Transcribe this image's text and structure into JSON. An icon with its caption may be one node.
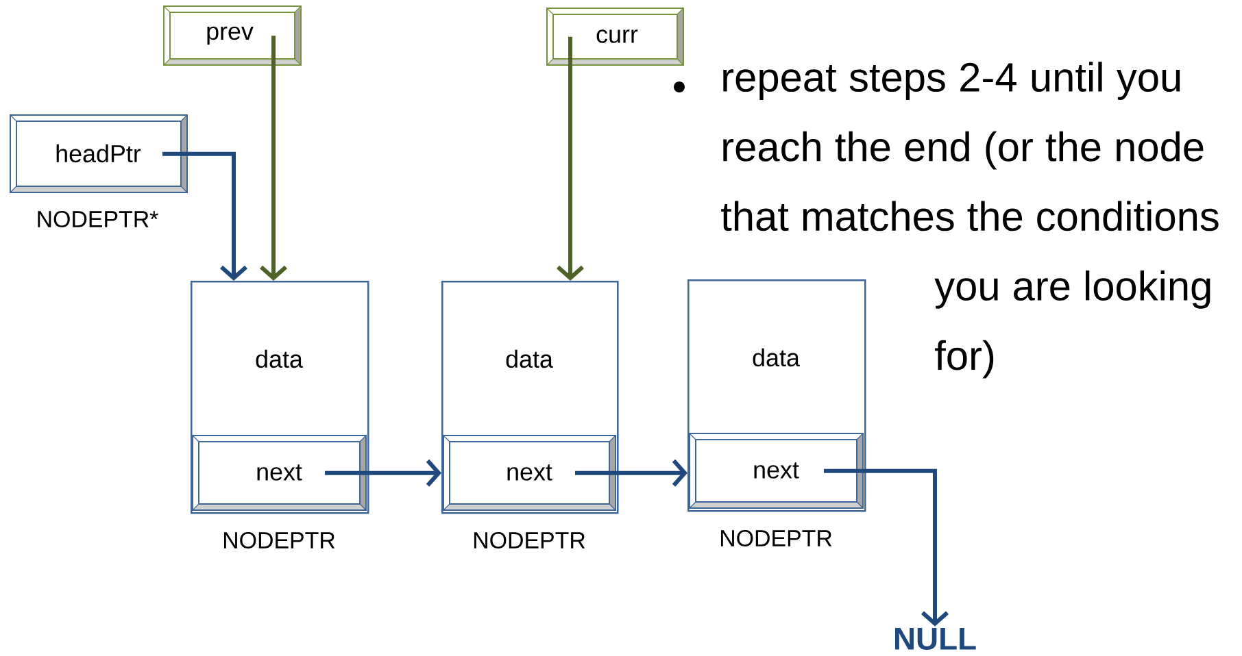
{
  "diagram": {
    "nodes": [
      {
        "text": [
          "prev"
        ]
      },
      {
        "text": [
          "curr"
        ]
      },
      {
        "text": [
          "headPtr"
        ],
        "beside": [
          "NODEPTR*"
        ]
      },
      {
        "text": [
          "data"
        ],
        "beside": [
          "NODEPTR"
        ]
      },
      {
        "text": [
          "next"
        ],
        "in": 3
      },
      {
        "text": [
          "data"
        ],
        "beside": [
          "NODEPTR"
        ]
      },
      {
        "text": [
          "next"
        ],
        "in": 5
      },
      {
        "text": [
          "data"
        ],
        "beside": [
          "NODEPTR"
        ]
      },
      {
        "text": [
          "next"
        ],
        "in": 7
      },
      {
        "text": [
          "NULL"
        ]
      }
    ],
    "edges": [
      {
        "from": 2,
        "to": 3,
        "arrow": "to"
      },
      {
        "from": 0,
        "to": 3,
        "arrow": "to",
        "color": "#4f6228"
      },
      {
        "from": 1,
        "to": 5,
        "arrow": "to",
        "color": "#4f6228"
      },
      {
        "from": 4,
        "to": 5,
        "arrow": "to"
      },
      {
        "from": 6,
        "to": 7,
        "arrow": "to"
      },
      {
        "from": 8,
        "to": 9,
        "arrow": "to"
      }
    ],
    "labels": [
      "repeat steps 2-4 until you reach the end (or the node that matches the conditions you are looking for)"
    ]
  }
}
